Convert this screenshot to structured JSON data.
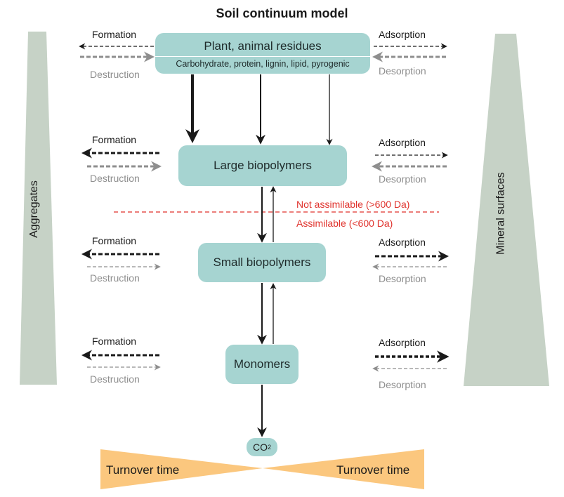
{
  "title": "Soil continuum model",
  "nodes": {
    "top_main": "Plant, animal residues",
    "top_sub": "Carbohydrate, protein, lignin, lipid, pyrogenic",
    "large": "Large biopolymers",
    "small": "Small biopolymers",
    "monomers": "Monomers",
    "co2": "CO",
    "co2_sub": "2"
  },
  "left_labels": {
    "formation": "Formation",
    "destruction": "Destruction"
  },
  "right_labels": {
    "adsorption": "Adsorption",
    "desorption": "Desorption"
  },
  "threshold": {
    "above": "Not assimilable (>600 Da)",
    "below": "Assimilable (<600 Da)"
  },
  "sides": {
    "left": "Aggregates",
    "right": "Mineral surfaces"
  },
  "turnover": {
    "left": "Turnover time",
    "right": "Turnover time"
  },
  "colors": {
    "node_fill": "#a6d4d1",
    "wedge_fill": "#c6d2c6",
    "turnover_fill": "#fbc77e",
    "threshold_line": "#e0322c",
    "dark_arrow": "#1a1a1a",
    "grey_arrow": "#8e8e8e"
  }
}
